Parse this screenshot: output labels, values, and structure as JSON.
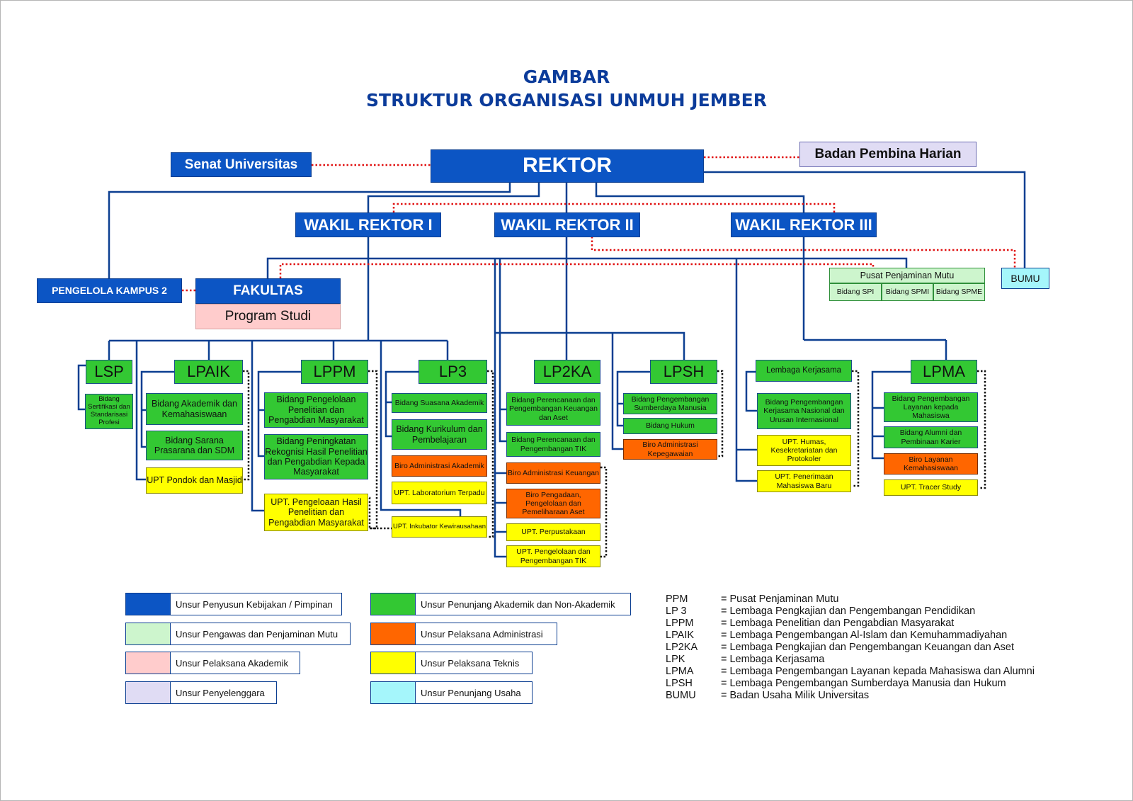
{
  "title": {
    "line1": "GAMBAR",
    "line2": "STRUKTUR ORGANISASI UNMUH JEMBER"
  },
  "colors": {
    "blue": "#0c55c4",
    "green": "#33c833",
    "light_green": "#cdf5cd",
    "pink": "#ffcccc",
    "lavender": "#e0dcf4",
    "orange": "#ff6600",
    "yellow": "#ffff00",
    "cyan": "#a5f6fb",
    "line_blue": "#0c3f91",
    "dotted_red": "#e01010"
  },
  "top": {
    "rektor": "REKTOR",
    "senat": "Senat Universitas",
    "bph": "Badan Pembina Harian",
    "wr1": "WAKIL REKTOR I",
    "wr2": "WAKIL REKTOR II",
    "wr3": "WAKIL REKTOR III",
    "kampus2": "PENGELOLA KAMPUS 2",
    "fakultas": "FAKULTAS",
    "prodi": "Program Studi",
    "bumu": "BUMU"
  },
  "ppm": {
    "title": "Pusat Penjaminan Mutu",
    "spi": "Bidang SPI",
    "spmi": "Bidang SPMI",
    "spme": "Bidang SPME"
  },
  "lsp": {
    "name": "LSP",
    "bidang": "Bidang Sertifikasi dan Standarisasi Profesi"
  },
  "lpaik": {
    "name": "LPAIK",
    "items": [
      "Bidang Akademik dan Kemahasiswaan",
      "Bidang Sarana Prasarana dan SDM",
      "UPT Pondok dan Masjid"
    ]
  },
  "lppm": {
    "name": "LPPM",
    "items": [
      "Bidang Pengelolaan Penelitian dan Pengabdian Masyarakat",
      "Bidang Peningkatan Rekognisi Hasil Penelitian dan Pengabdian Kepada Masyarakat",
      "UPT. Pengeloaan Hasil Penelitian dan Pengabdian Masyarakat"
    ]
  },
  "lp3": {
    "name": "LP3",
    "items": [
      "Bidang Suasana Akademik",
      "Bidang Kurikulum dan Pembelajaran",
      "Biro Administrasi Akademik",
      "UPT. Laboratorium Terpadu",
      "UPT. Inkubator Kewirausahaan"
    ]
  },
  "lp2ka": {
    "name": "LP2KA",
    "items": [
      "Bidang Perencanaan dan Pengembangan Keuangan dan Aset",
      "Bidang Perencanaan dan Pengembangan TIK",
      "Biro Administrasi Keuangan",
      "Biro Pengadaan, Pengelolaan dan Pemeliharaan Aset",
      "UPT. Perpustakaan",
      "UPT. Pengelolaan dan Pengembangan TIK"
    ]
  },
  "lpsh": {
    "name": "LPSH",
    "items": [
      "Bidang Pengembangan Sumberdaya Manusia",
      "Bidang Hukum",
      "Biro Administrasi Kepegawaian"
    ]
  },
  "lk": {
    "name": "Lembaga Kerjasama",
    "items": [
      "Bidang Pengembangan Kerjasama Nasional dan Urusan Internasional",
      "UPT. Humas, Kesekretariatan dan Protokoler",
      "UPT. Penerimaan Mahasiswa Baru"
    ]
  },
  "lpma": {
    "name": "LPMA",
    "items": [
      "Bidang Pengembangan Layanan kepada Mahasiswa",
      "Bidang Alumni dan Pembinaan Karier",
      "Biro Layanan Kemahasiswaan",
      "UPT. Tracer Study"
    ]
  },
  "legend": [
    "Unsur Penyusun Kebijakan / Pimpinan",
    "Unsur Pengawas dan Penjaminan Mutu",
    "Unsur Pelaksana Akademik",
    "Unsur Penyelenggara",
    "Unsur Penunjang Akademik dan Non-Akademik",
    "Unsur Pelaksana Administrasi",
    "Unsur Pelaksana Teknis",
    "Unsur Penunjang Usaha"
  ],
  "abbreviations": [
    {
      "key": "PPM",
      "value": "= Pusat Penjaminan Mutu"
    },
    {
      "key": "LP 3",
      "value": "= Lembaga Pengkajian dan Pengembangan Pendidikan"
    },
    {
      "key": "LPPM",
      "value": "= Lembaga Penelitian dan Pengabdian Masyarakat"
    },
    {
      "key": "LPAIK",
      "value": "= Lembaga Pengembangan Al-Islam dan Kemuhammadiyahan"
    },
    {
      "key": "LP2KA",
      "value": "= Lembaga Pengkajian dan Pengembangan Keuangan dan Aset"
    },
    {
      "key": "LPK",
      "value": "= Lembaga Kerjasama"
    },
    {
      "key": "LPMA",
      "value": "= Lembaga Pengembangan Layanan kepada Mahasiswa dan Alumni"
    },
    {
      "key": "LPSH",
      "value": "= Lembaga Pengembangan Sumberdaya Manusia dan Hukum"
    },
    {
      "key": "BUMU",
      "value": "= Badan Usaha Milik Universitas"
    }
  ]
}
